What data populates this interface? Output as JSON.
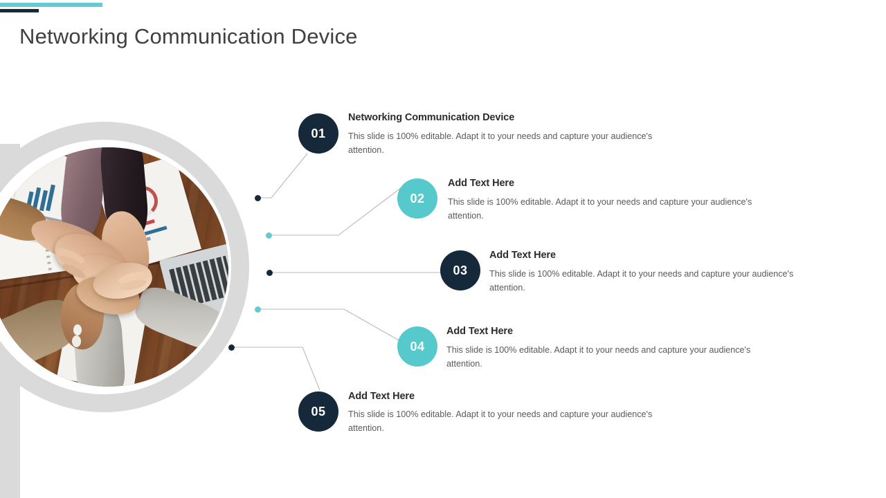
{
  "slide": {
    "title": "Networking Communication Device",
    "accent_teal": "#62ccd0",
    "accent_navy": "#16293b",
    "background": "#ffffff"
  },
  "photo": {
    "alt": "Team of five people stacking hands together over a wooden table covered with printed charts, a notebook and a laptop",
    "frame_ring_color": "#dadada"
  },
  "items": [
    {
      "number": "01",
      "title": "Networking Communication Device",
      "body": "This slide is 100% editable. Adapt it to your needs and capture your audience's attention.",
      "color": "#16293b",
      "style": "navy"
    },
    {
      "number": "02",
      "title": "Add Text Here",
      "body": "This slide is 100% editable. Adapt it to your needs and capture your audience's attention.",
      "color": "#55c9cc",
      "style": "teal"
    },
    {
      "number": "03",
      "title": "Add Text Here",
      "body": "This slide is 100% editable. Adapt it to your needs and capture your audience's attention.",
      "color": "#16293b",
      "style": "navy"
    },
    {
      "number": "04",
      "title": "Add Text Here",
      "body": "This slide is 100% editable. Adapt it to your needs and capture your audience's attention.",
      "color": "#55c9cc",
      "style": "teal"
    },
    {
      "number": "05",
      "title": "Add Text Here",
      "body": "This slide is 100% editable. Adapt it to your needs and capture your audience's attention.",
      "color": "#16293b",
      "style": "navy"
    }
  ]
}
